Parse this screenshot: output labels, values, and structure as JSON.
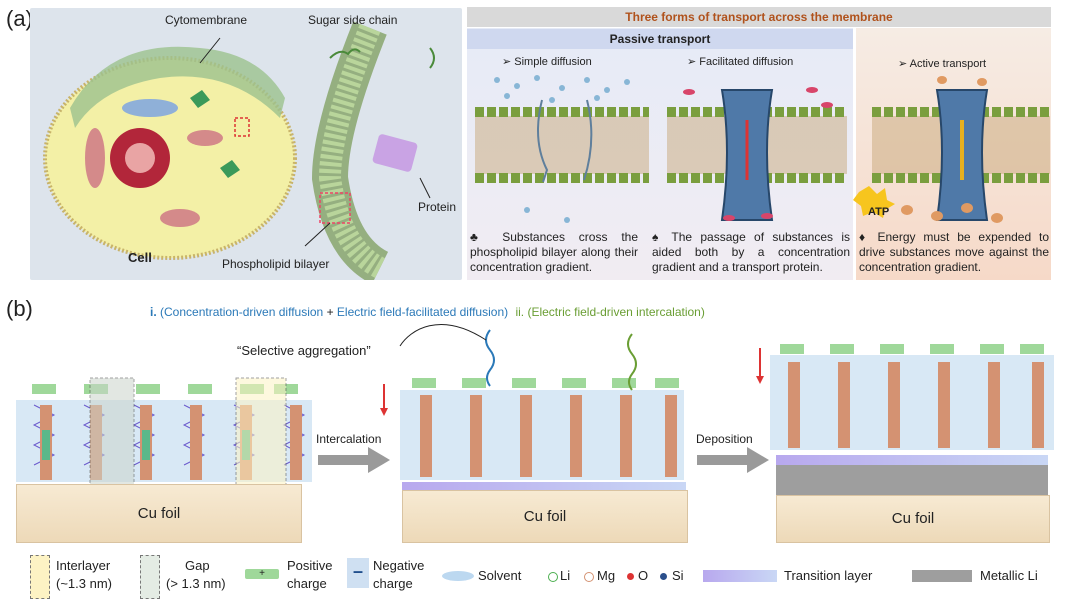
{
  "panel_a": {
    "label": "(a)",
    "cell_labels": {
      "cytomembrane": "Cytomembrane",
      "cell": "Cell",
      "sugar_side_chain": "Sugar side chain",
      "protein": "Protein",
      "phospholipid_bilayer": "Phospholipid bilayer"
    },
    "transport": {
      "title": "Three forms of transport across the membrane",
      "passive_title": "Passive transport",
      "simple": {
        "title": "➢ Simple diffusion",
        "desc": "♣ Substances cross the phospholipid bilayer along their concentration gradient."
      },
      "facilitated": {
        "title": "➢ Facilitated diffusion",
        "desc": "♠ The passage of substances is aided both by a concentration gradient and a transport protein."
      },
      "active": {
        "title": "➢ Active transport",
        "atp": "ATP",
        "desc": "♦ Energy must be expended to drive substances move against the concentration gradient."
      }
    }
  },
  "panel_b": {
    "label": "(b)",
    "header_i_prefix": "i.",
    "header_i_a": "(Concentration-driven diffusion",
    "header_i_plus": "+",
    "header_i_b": "Electric field-facilitated diffusion)",
    "header_ii": "ii. (Electric field-driven intercalation)",
    "selective": "“Selective aggregation”",
    "intercalation": "Intercalation",
    "deposition": "Deposition",
    "cu_foil": "Cu foil"
  },
  "legend": {
    "interlayer": "Interlayer",
    "interlayer_size": "(~1.3 nm)",
    "gap": "Gap",
    "gap_size": "(> 1.3 nm)",
    "positive": "Positive",
    "positive2": "charge",
    "negative": "Negative",
    "negative2": "charge",
    "solvent": "Solvent",
    "li": "Li",
    "mg": "Mg",
    "o": "O",
    "si": "Si",
    "transition": "Transition layer",
    "metallic": "Metallic Li"
  },
  "colors": {
    "passive_bg": "#cfd8ef",
    "active_bg": "#f6d9c8",
    "header_text": "#b0521c",
    "positive_green": "#8fd08a",
    "negative_blue": "#1f4e8c"
  }
}
